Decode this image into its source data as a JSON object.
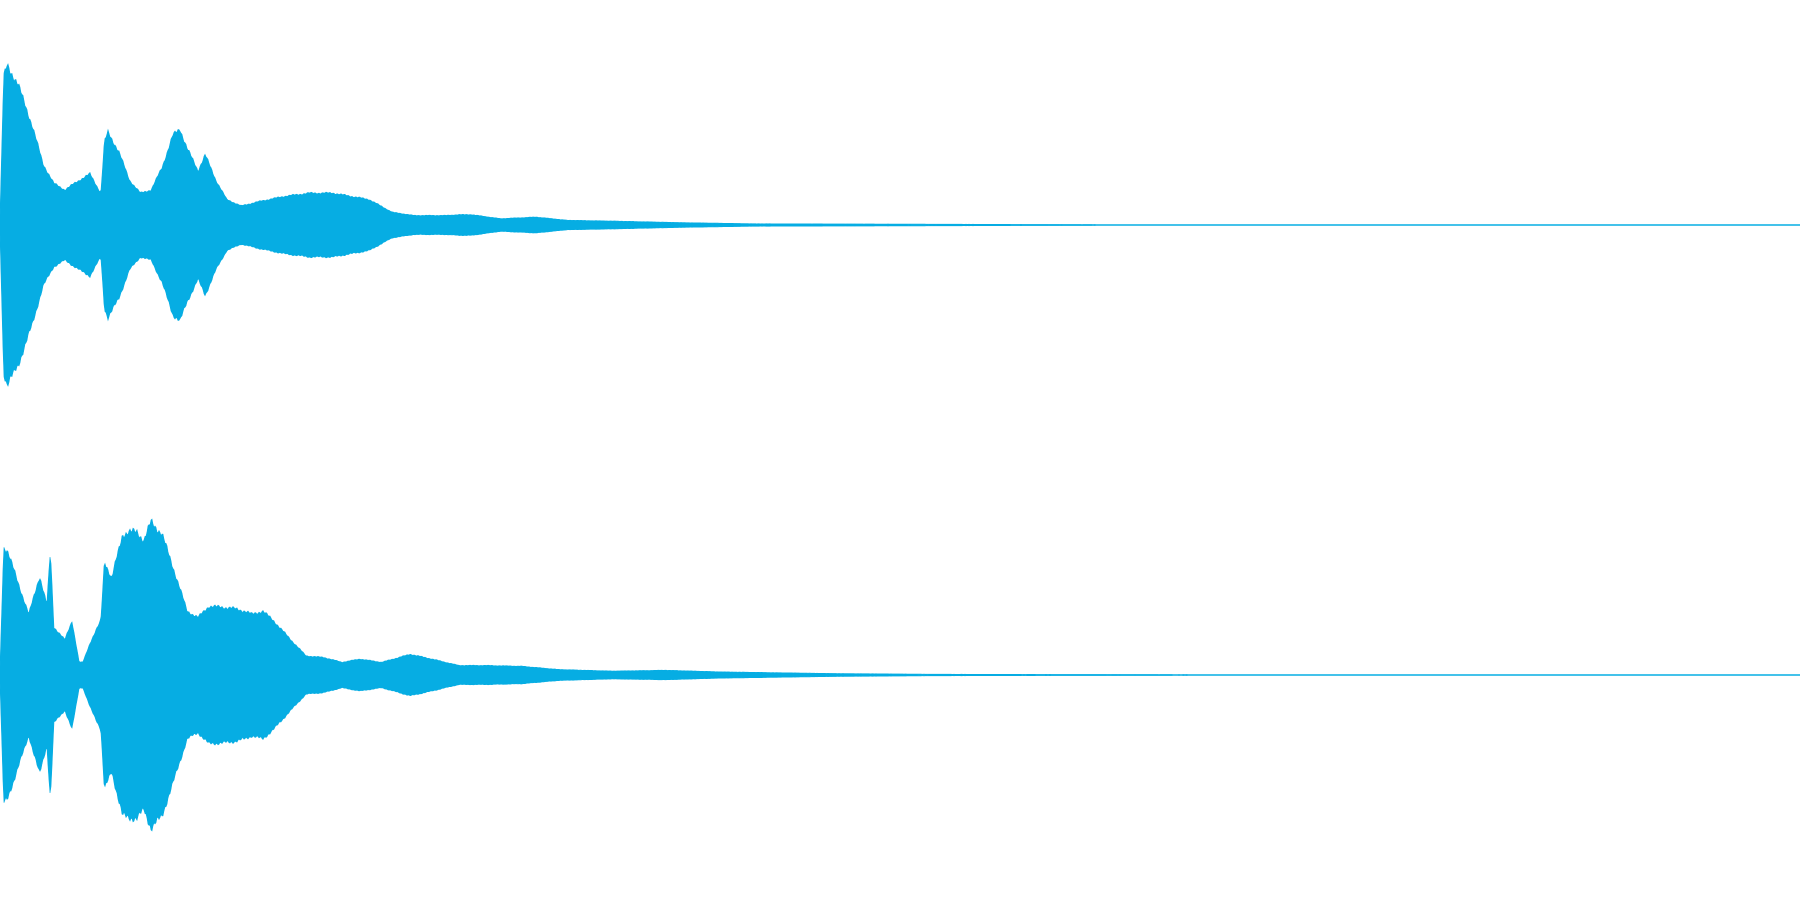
{
  "app": {
    "view": "stereo-waveform"
  },
  "colors": {
    "background": "#ffffff",
    "waveform": "#06ade3"
  },
  "channels": [
    {
      "id": "channel-1",
      "envelope": [
        [
          0.0,
          0.06
        ],
        [
          0.002,
          0.92
        ],
        [
          0.004,
          1.0
        ],
        [
          0.01,
          0.88
        ],
        [
          0.018,
          0.62
        ],
        [
          0.024,
          0.38
        ],
        [
          0.03,
          0.26
        ],
        [
          0.036,
          0.22
        ],
        [
          0.044,
          0.28
        ],
        [
          0.05,
          0.32
        ],
        [
          0.056,
          0.2
        ],
        [
          0.058,
          0.52
        ],
        [
          0.06,
          0.58
        ],
        [
          0.066,
          0.46
        ],
        [
          0.072,
          0.28
        ],
        [
          0.078,
          0.2
        ],
        [
          0.084,
          0.22
        ],
        [
          0.09,
          0.36
        ],
        [
          0.096,
          0.56
        ],
        [
          0.1,
          0.6
        ],
        [
          0.104,
          0.48
        ],
        [
          0.11,
          0.34
        ],
        [
          0.114,
          0.44
        ],
        [
          0.12,
          0.28
        ],
        [
          0.126,
          0.16
        ],
        [
          0.134,
          0.12
        ],
        [
          0.145,
          0.15
        ],
        [
          0.158,
          0.18
        ],
        [
          0.172,
          0.2
        ],
        [
          0.185,
          0.2
        ],
        [
          0.195,
          0.18
        ],
        [
          0.205,
          0.16
        ],
        [
          0.218,
          0.08
        ],
        [
          0.23,
          0.06
        ],
        [
          0.248,
          0.06
        ],
        [
          0.255,
          0.065
        ],
        [
          0.262,
          0.065
        ],
        [
          0.278,
          0.04
        ],
        [
          0.298,
          0.05
        ],
        [
          0.315,
          0.03
        ],
        [
          0.34,
          0.025
        ],
        [
          0.38,
          0.015
        ],
        [
          0.42,
          0.008
        ],
        [
          0.5,
          0.006
        ],
        [
          0.56,
          0.004
        ],
        [
          0.62,
          0.003
        ],
        [
          1.0,
          0.0
        ]
      ]
    },
    {
      "id": "channel-2",
      "envelope": [
        [
          0.0,
          0.05
        ],
        [
          0.002,
          0.8
        ],
        [
          0.004,
          0.78
        ],
        [
          0.01,
          0.58
        ],
        [
          0.016,
          0.38
        ],
        [
          0.022,
          0.62
        ],
        [
          0.026,
          0.44
        ],
        [
          0.028,
          0.78
        ],
        [
          0.03,
          0.3
        ],
        [
          0.036,
          0.22
        ],
        [
          0.04,
          0.34
        ],
        [
          0.044,
          0.08
        ],
        [
          0.046,
          0.08
        ],
        [
          0.05,
          0.2
        ],
        [
          0.056,
          0.34
        ],
        [
          0.058,
          0.72
        ],
        [
          0.062,
          0.6
        ],
        [
          0.068,
          0.88
        ],
        [
          0.076,
          0.9
        ],
        [
          0.08,
          0.84
        ],
        [
          0.084,
          0.96
        ],
        [
          0.09,
          0.88
        ],
        [
          0.096,
          0.68
        ],
        [
          0.104,
          0.4
        ],
        [
          0.11,
          0.36
        ],
        [
          0.116,
          0.43
        ],
        [
          0.128,
          0.42
        ],
        [
          0.136,
          0.4
        ],
        [
          0.14,
          0.38
        ],
        [
          0.146,
          0.4
        ],
        [
          0.152,
          0.34
        ],
        [
          0.16,
          0.24
        ],
        [
          0.17,
          0.12
        ],
        [
          0.18,
          0.11
        ],
        [
          0.19,
          0.08
        ],
        [
          0.2,
          0.1
        ],
        [
          0.212,
          0.08
        ],
        [
          0.228,
          0.13
        ],
        [
          0.24,
          0.1
        ],
        [
          0.255,
          0.06
        ],
        [
          0.27,
          0.06
        ],
        [
          0.29,
          0.055
        ],
        [
          0.31,
          0.035
        ],
        [
          0.34,
          0.025
        ],
        [
          0.37,
          0.03
        ],
        [
          0.4,
          0.02
        ],
        [
          0.46,
          0.01
        ],
        [
          0.52,
          0.005
        ],
        [
          0.57,
          0.004
        ],
        [
          1.0,
          0.0
        ]
      ]
    }
  ]
}
